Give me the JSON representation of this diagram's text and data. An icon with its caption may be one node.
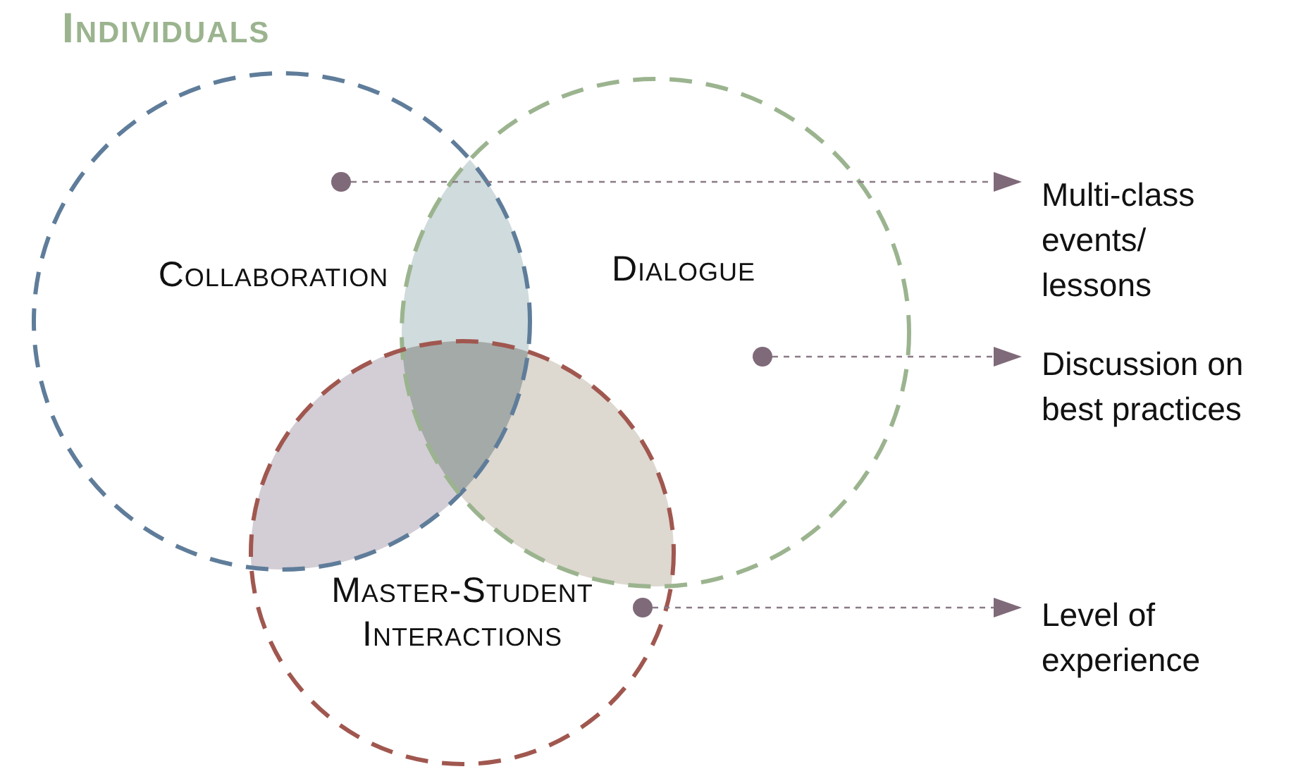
{
  "diagram": {
    "title": "Individuals",
    "nodes": [
      {
        "text": [
          "Collaboration"
        ]
      },
      {
        "text": [
          "Dialogue"
        ]
      },
      {
        "text": [
          "Master-Student Interactions"
        ]
      },
      {
        "text": [],
        "shape": "circle",
        "in": 0
      },
      {
        "text": [],
        "shape": "circle",
        "in": 1
      },
      {
        "text": [],
        "shape": "circle",
        "in": 2
      },
      {
        "text": [
          "Multi-class events/ lessons"
        ]
      },
      {
        "text": [
          "Discussion on best practices"
        ]
      },
      {
        "text": [
          "Level of experience"
        ]
      }
    ],
    "edges": [
      {
        "from": 3,
        "to": 6,
        "arrow": "to",
        "style": "dashed"
      },
      {
        "from": 4,
        "to": 7,
        "arrow": "to",
        "style": "dashed"
      },
      {
        "from": 5,
        "to": 8,
        "arrow": "to",
        "style": "dashed"
      }
    ]
  }
}
